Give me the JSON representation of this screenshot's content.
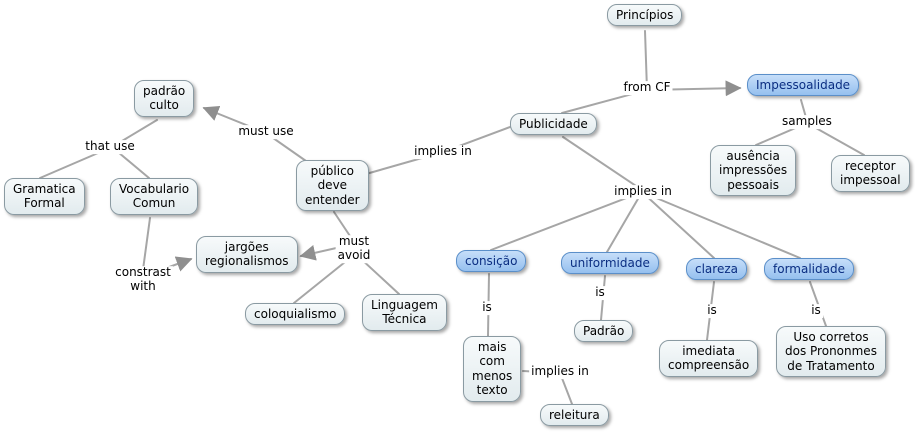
{
  "diagram": {
    "type": "concept-map",
    "colors": {
      "node_fill": "#e9f0f2",
      "node_border": "#8a9aa2",
      "highlight_fill": "#a9cdf3",
      "highlight_border": "#5b8fc9",
      "highlight_text": "#0b2e82",
      "line": "#a6a6a6"
    }
  },
  "nodes": {
    "principios": {
      "label": "Princípios"
    },
    "impessoalidade": {
      "label": "Impessoalidade"
    },
    "padrao_culto": {
      "label": "padrão\nculto"
    },
    "publicidade": {
      "label": "Publicidade"
    },
    "gramatica_formal": {
      "label": "Gramatica\nFormal"
    },
    "vocabulario_comun": {
      "label": "Vocabulario\nComun"
    },
    "publico_deve_entender": {
      "label": "público\ndeve\nentender"
    },
    "ausencia_impressoes": {
      "label": "ausência\nimpressões\npessoais"
    },
    "receptor_impessoal": {
      "label": "receptor\nimpessoal"
    },
    "jargoes_regionalismos": {
      "label": "jargões\nregionalismos"
    },
    "consicao": {
      "label": "consição"
    },
    "uniformidade": {
      "label": "uniformidade"
    },
    "clareza": {
      "label": "clareza"
    },
    "formalidade": {
      "label": "formalidade"
    },
    "coloquialismo": {
      "label": "coloquialismo"
    },
    "linguagem_tecnica": {
      "label": "Linguagem\nTécnica"
    },
    "padrao": {
      "label": "Padrão"
    },
    "mais_com_menos_texto": {
      "label": "mais\ncom\nmenos\ntexto"
    },
    "imediata_compreensao": {
      "label": "imediata\ncompreensão"
    },
    "uso_corretos": {
      "label": "Uso corretos\ndos Prononmes\nde Tratamento"
    },
    "releitura": {
      "label": "releitura"
    }
  },
  "edge_labels": {
    "from_cf": "from CF",
    "must_use": "must use",
    "implies_in_1": "implies in",
    "that_use": "that use",
    "samples": "samples",
    "implies_in_2": "implies in",
    "must_avoid": "must\navoid",
    "constrast_with": "constrast\nwith",
    "is_consicao": "is",
    "is_uniformidade": "is",
    "is_clareza": "is",
    "is_formalidade": "is",
    "implies_in_3": "implies in"
  },
  "edges": [
    {
      "from": "principios",
      "label": "from CF",
      "to": "impessoalidade"
    },
    {
      "from": "principios",
      "label": "from CF",
      "to": "publicidade"
    },
    {
      "from": "publicidade",
      "label": "implies in",
      "to": "publico_deve_entender"
    },
    {
      "from": "publico_deve_entender",
      "label": "must use",
      "to": "padrao_culto"
    },
    {
      "from": "padrao_culto",
      "label": "that use",
      "to": "gramatica_formal"
    },
    {
      "from": "padrao_culto",
      "label": "that use",
      "to": "vocabulario_comun"
    },
    {
      "from": "vocabulario_comun",
      "label": "constrast with",
      "to": "jargoes_regionalismos"
    },
    {
      "from": "publico_deve_entender",
      "label": "must avoid",
      "to": "jargoes_regionalismos"
    },
    {
      "from": "publico_deve_entender",
      "label": "must avoid",
      "to": "coloquialismo"
    },
    {
      "from": "publico_deve_entender",
      "label": "must avoid",
      "to": "linguagem_tecnica"
    },
    {
      "from": "publicidade",
      "label": "implies in",
      "to": "consicao"
    },
    {
      "from": "publicidade",
      "label": "implies in",
      "to": "uniformidade"
    },
    {
      "from": "publicidade",
      "label": "implies in",
      "to": "clareza"
    },
    {
      "from": "publicidade",
      "label": "implies in",
      "to": "formalidade"
    },
    {
      "from": "impessoalidade",
      "label": "samples",
      "to": "ausencia_impressoes"
    },
    {
      "from": "impessoalidade",
      "label": "samples",
      "to": "receptor_impessoal"
    },
    {
      "from": "consicao",
      "label": "is",
      "to": "mais_com_menos_texto"
    },
    {
      "from": "uniformidade",
      "label": "is",
      "to": "padrao"
    },
    {
      "from": "clareza",
      "label": "is",
      "to": "imediata_compreensao"
    },
    {
      "from": "formalidade",
      "label": "is",
      "to": "uso_corretos"
    },
    {
      "from": "mais_com_menos_texto",
      "label": "implies in",
      "to": "releitura"
    }
  ]
}
